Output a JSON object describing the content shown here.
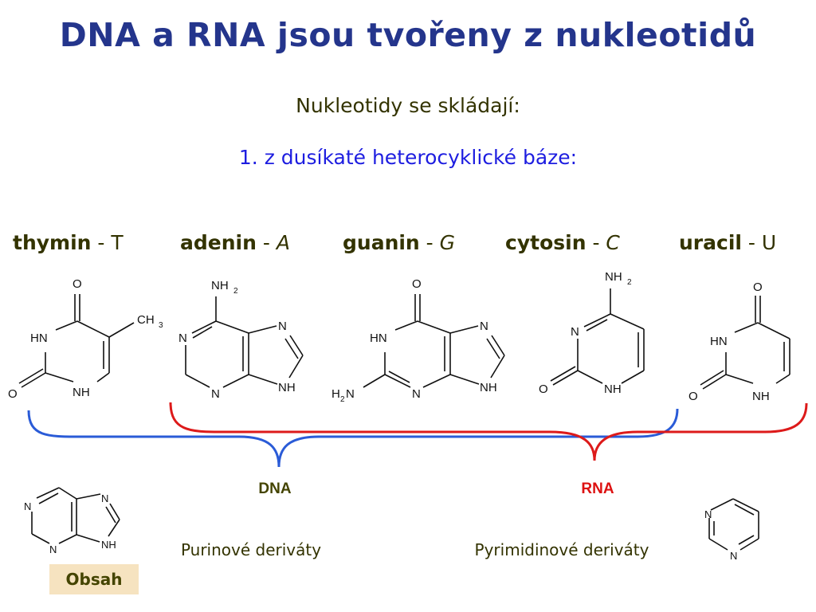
{
  "title": "DNA a RNA jsou tvořeny z nukleotidů",
  "subtitle": "Nukleotidy se skládají:",
  "point1": "1. z dusíkaté heterocyklické báze:",
  "bases": [
    {
      "name": "thymin",
      "sep": " - ",
      "letter": "T"
    },
    {
      "name": "adenin",
      "sep": " - ",
      "letter": "A"
    },
    {
      "name": "guanin",
      "sep": " - ",
      "letter": "G"
    },
    {
      "name": "cytosin",
      "sep": " - ",
      "letter": "C"
    },
    {
      "name": "uracil",
      "sep": " - ",
      "letter": "U"
    }
  ],
  "atoms": {
    "O": "O",
    "N": "N",
    "HN": "HN",
    "NH": "NH",
    "NH2": "NH",
    "H2N_left": "H",
    "H2N_right": "N",
    "CH3": "CH",
    "sub2": "2",
    "sub3": "3"
  },
  "groups": {
    "dna": "DNA",
    "rna": "RNA"
  },
  "labels": {
    "purine": "Purinové deriváty",
    "pyrimidine": "Pyrimidinové deriváty"
  },
  "obsah_button": "Obsah",
  "colors": {
    "title": "#24358c",
    "dna_bracket": "#2a5bd7",
    "rna_bracket": "#dd1a1a",
    "obsah_bg": "#f6e3c0"
  }
}
